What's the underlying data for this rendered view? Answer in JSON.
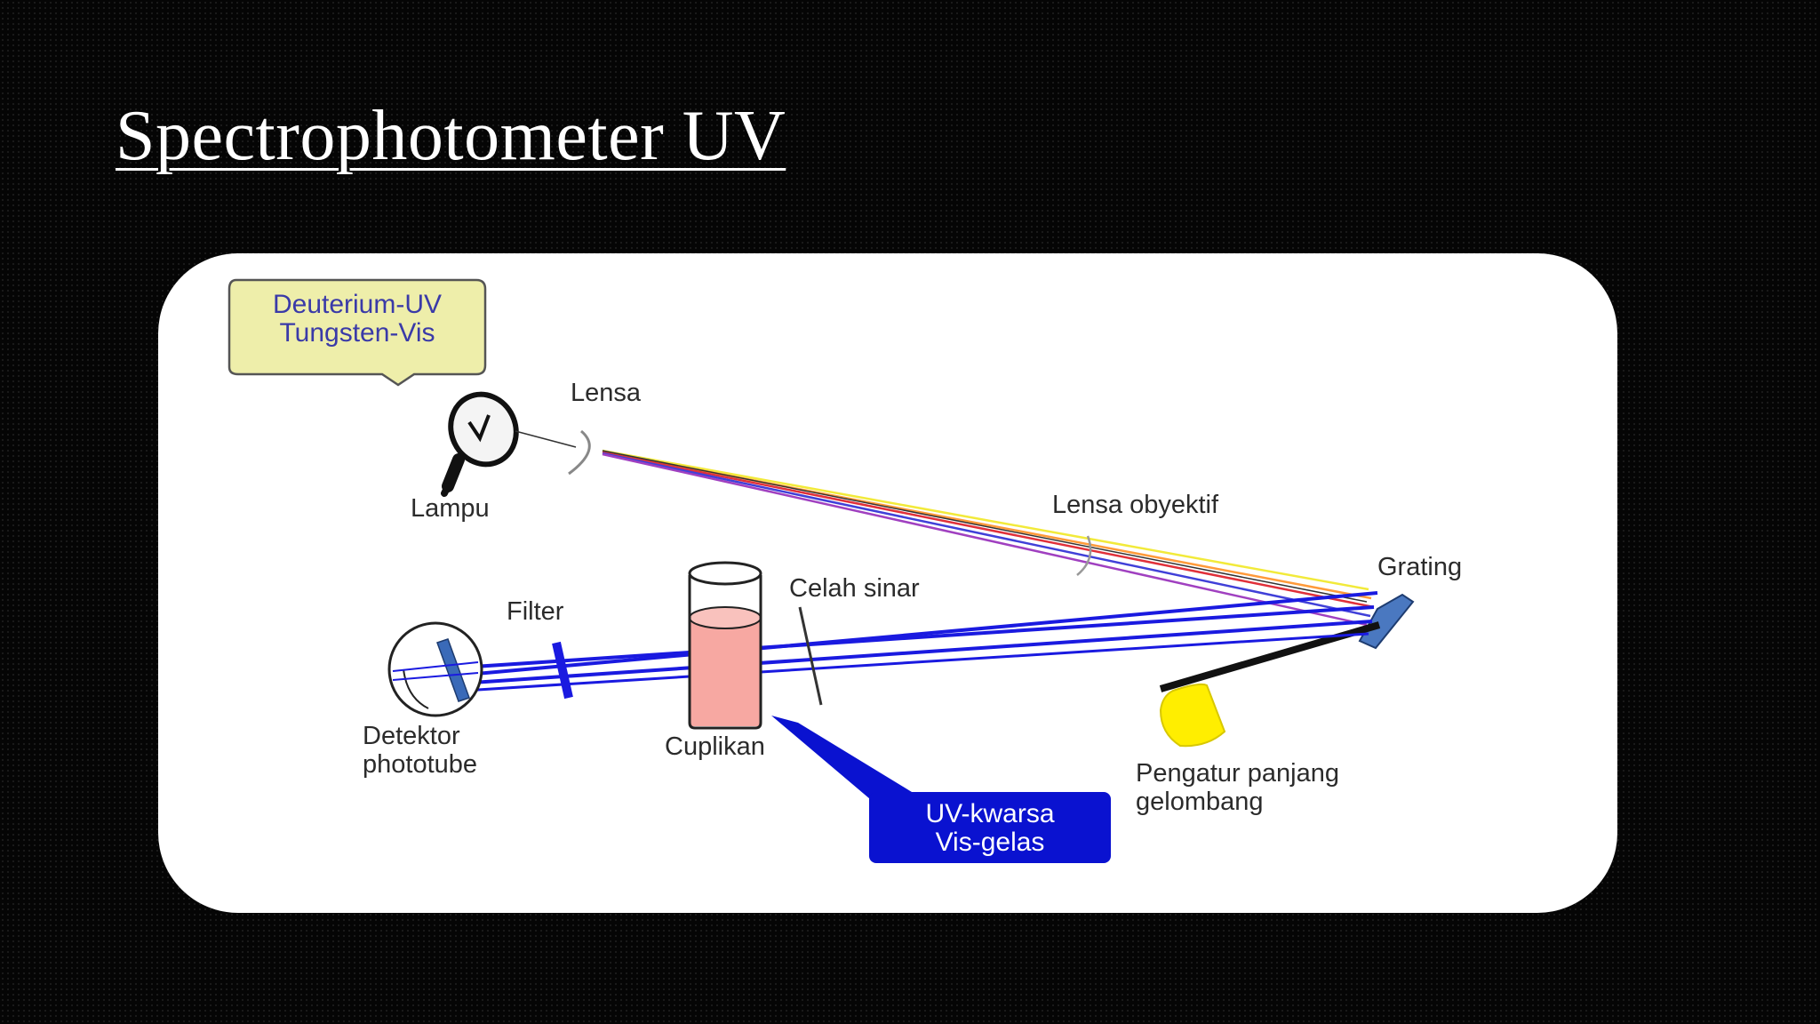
{
  "slide": {
    "title": "Spectrophotometer UV"
  },
  "diagram": {
    "source_callout": {
      "line1": "Deuterium-UV",
      "line2": "Tungsten-Vis"
    },
    "cuvette_callout": {
      "line1": "UV-kwarsa",
      "line2": "Vis-gelas"
    },
    "labels": {
      "lensa": "Lensa",
      "lampu": "Lampu",
      "lensa_obyektif": "Lensa obyektif",
      "grating": "Grating",
      "celah_sinar": "Celah sinar",
      "filter": "Filter",
      "detektor_line1": "Detektor",
      "detektor_line2": "phototube",
      "cuplikan": "Cuplikan",
      "pengatur_line1": "Pengatur panjang",
      "pengatur_line2": "gelombang"
    },
    "colors": {
      "source_callout_fill": "#eeeeaa",
      "source_callout_text": "#3a3aa8",
      "cuvette_callout_fill": "#0a12d0",
      "cuvette_callout_text": "#ffffff",
      "beam_blue": "#1a1ae0",
      "sample_fill": "#f7a8a2",
      "wavelength_knob": "#ffee00",
      "grating_fill": "#4a78c0"
    }
  }
}
